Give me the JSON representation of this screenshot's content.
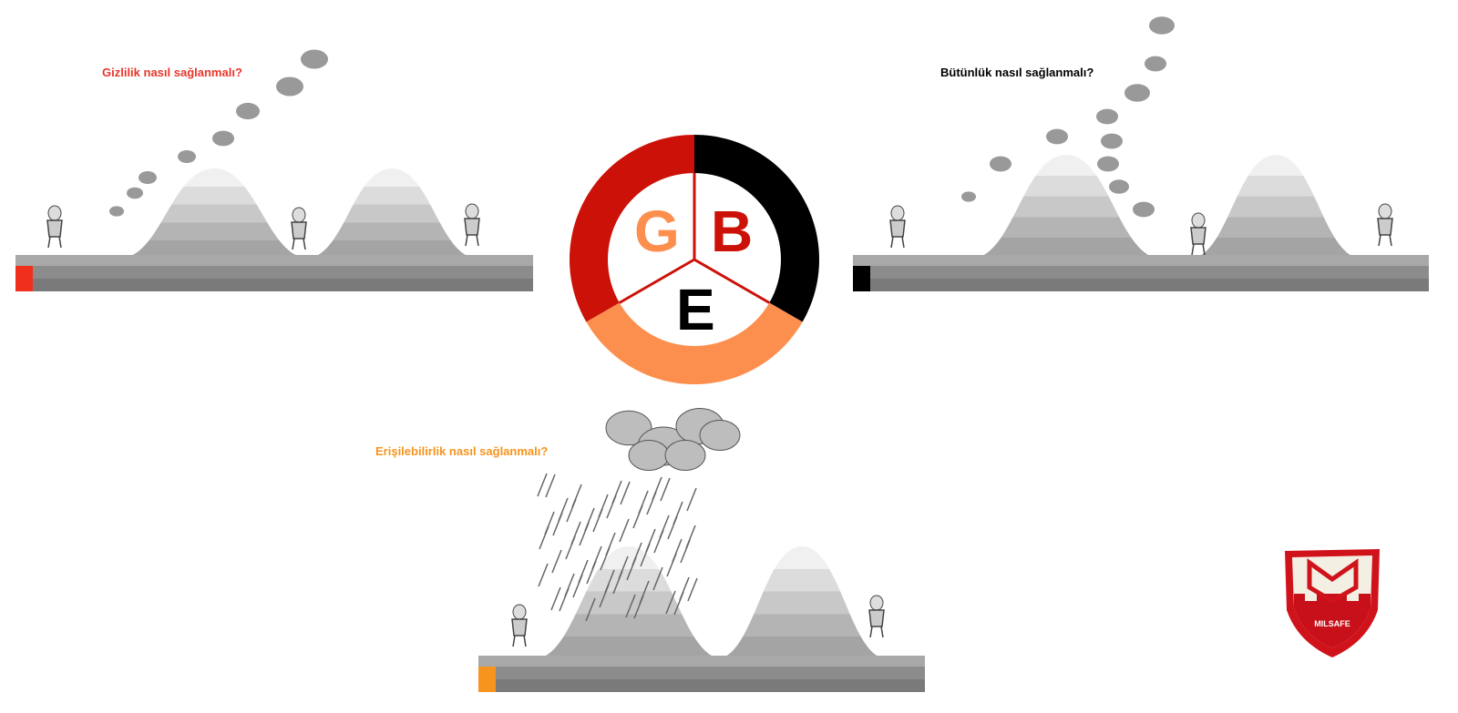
{
  "questions": {
    "confidentiality": "Gizlilik nasıl sağlanmalı?",
    "integrity": "Bütünlük nasıl sağlanmalı?",
    "availability": "Erişilebilirlik nasıl sağlanmalı?"
  },
  "wheel": {
    "letters": {
      "g": "G",
      "b": "B",
      "e": "E"
    },
    "colors": {
      "red": "#cc1108",
      "black": "#000000",
      "orange": "#fd8f4e"
    }
  },
  "markers": {
    "confidentiality": "#f0301c",
    "integrity": "#000000",
    "availability": "#f7941d"
  },
  "logo": {
    "text": "MILSAFE"
  }
}
